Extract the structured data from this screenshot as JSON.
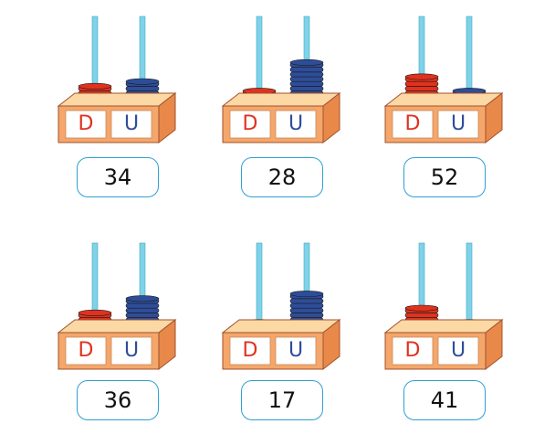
{
  "colors": {
    "tens_bead": "#e0321e",
    "units_bead": "#2e4d99",
    "rod": "#7fd2e8",
    "box_front": "#f5a66a",
    "box_top": "#fbd8a4",
    "box_side": "#e8894a",
    "number_border": "#2e9fd4"
  },
  "place_labels": {
    "tens": "D",
    "units": "U"
  },
  "abaci": [
    {
      "tens": 3,
      "units": 4,
      "number": "34"
    },
    {
      "tens": 2,
      "units": 8,
      "number": "28"
    },
    {
      "tens": 5,
      "units": 2,
      "number": "52"
    },
    {
      "tens": 3,
      "units": 6,
      "number": "36"
    },
    {
      "tens": 1,
      "units": 7,
      "number": "17"
    },
    {
      "tens": 4,
      "units": 1,
      "number": "41"
    }
  ]
}
